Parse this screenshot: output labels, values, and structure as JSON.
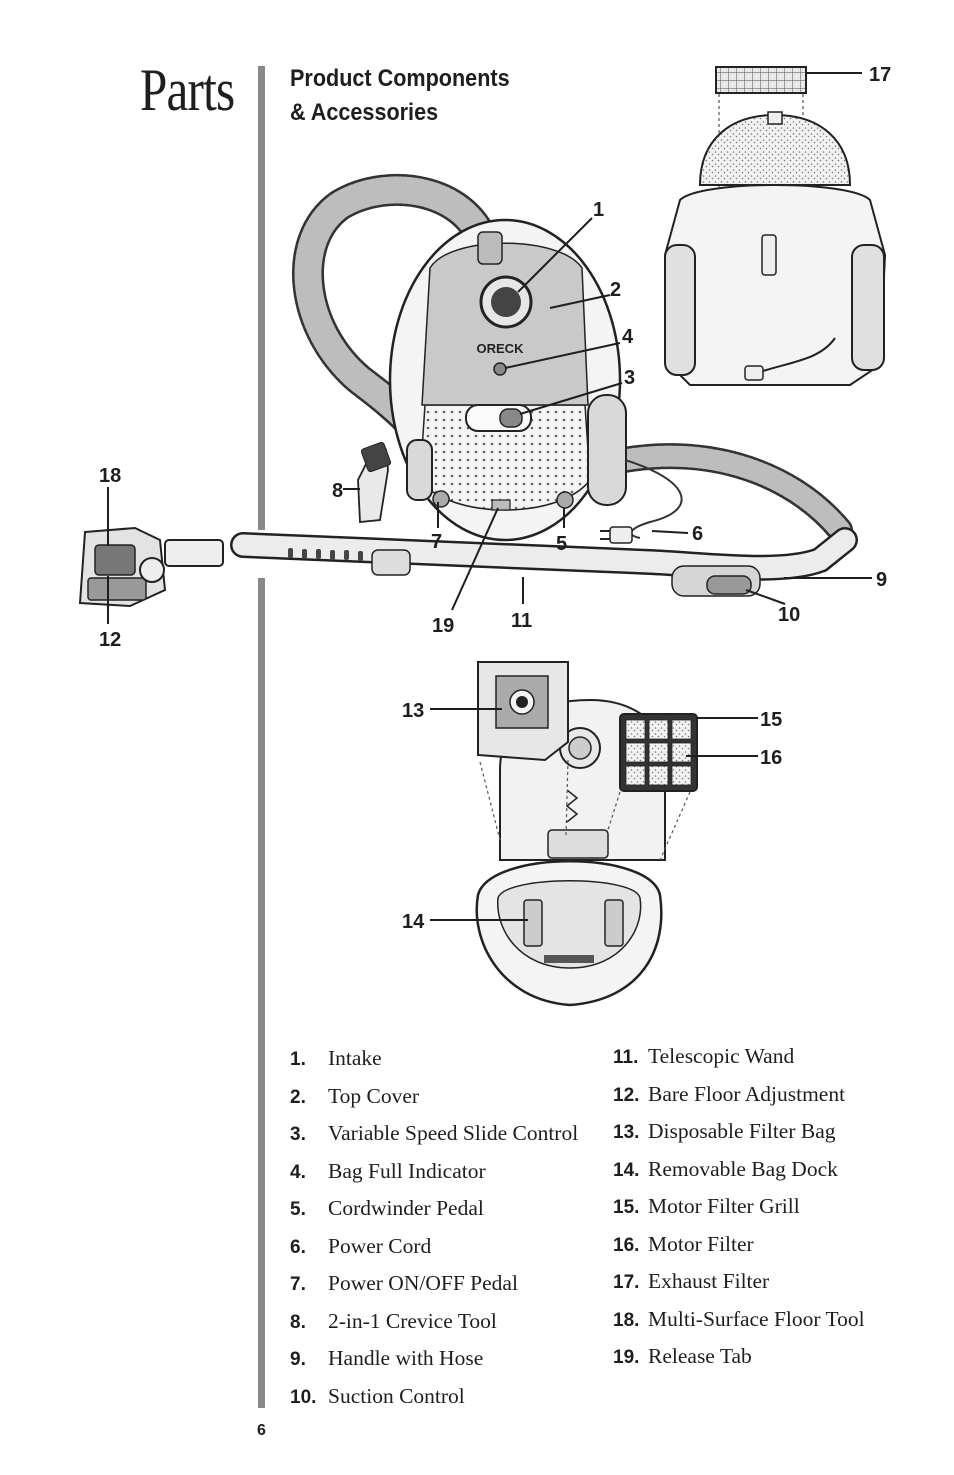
{
  "page": {
    "title": "Parts",
    "heading_line1": "Product Components",
    "heading_line2": "& Accessories",
    "page_number": "6",
    "brand_logo": "ORECK"
  },
  "callouts": [
    "1",
    "2",
    "3",
    "4",
    "5",
    "6",
    "7",
    "8",
    "9",
    "10",
    "11",
    "12",
    "13",
    "14",
    "15",
    "16",
    "17",
    "18",
    "19"
  ],
  "parts_left": [
    {
      "num": "1.",
      "name": "Intake"
    },
    {
      "num": "2.",
      "name": "Top Cover"
    },
    {
      "num": "3.",
      "name": "Variable Speed Slide Control"
    },
    {
      "num": "4.",
      "name": "Bag Full Indicator"
    },
    {
      "num": "5.",
      "name": "Cordwinder Pedal"
    },
    {
      "num": "6.",
      "name": "Power Cord"
    },
    {
      "num": "7.",
      "name": "Power ON/OFF Pedal"
    },
    {
      "num": "8.",
      "name": "2-in-1 Crevice Tool"
    },
    {
      "num": "9.",
      "name": "Handle with Hose"
    },
    {
      "num": "10.",
      "name": "Suction Control"
    }
  ],
  "parts_right": [
    {
      "num": "11.",
      "name": "Telescopic Wand"
    },
    {
      "num": "12.",
      "name": "Bare Floor Adjustment"
    },
    {
      "num": "13.",
      "name": "Disposable Filter Bag"
    },
    {
      "num": "14.",
      "name": "Removable Bag Dock"
    },
    {
      "num": "15.",
      "name": "Motor Filter Grill"
    },
    {
      "num": "16.",
      "name": "Motor Filter"
    },
    {
      "num": "17.",
      "name": "Exhaust Filter"
    },
    {
      "num": "18.",
      "name": "Multi-Surface Floor Tool"
    },
    {
      "num": "19.",
      "name": "Release Tab"
    }
  ]
}
